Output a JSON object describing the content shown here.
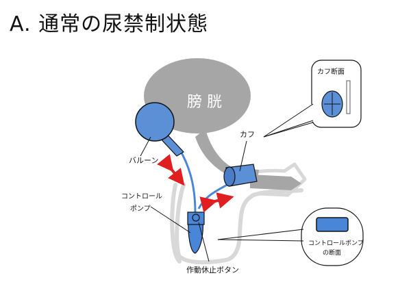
{
  "title": "A. 通常の尿禁制状態",
  "bladder_label": "膀 胱",
  "labels": {
    "balloon": "バルーン",
    "control_pump_line1": "コントロール",
    "control_pump_line2": "ポンプ",
    "cuff": "カフ",
    "cuff_section": "カフ断面",
    "pump_section_line1": "コントロールポンプ",
    "pump_section_line2": "の断面",
    "deactivation_button": "作動休止ボタン"
  },
  "colors": {
    "device_blue": "#5b8fd6",
    "bladder_gray": "#a6a6a6",
    "tube_blue": "#4a86d8",
    "arrow_red": "#e02020",
    "outline_gray": "#d0d0d0"
  }
}
